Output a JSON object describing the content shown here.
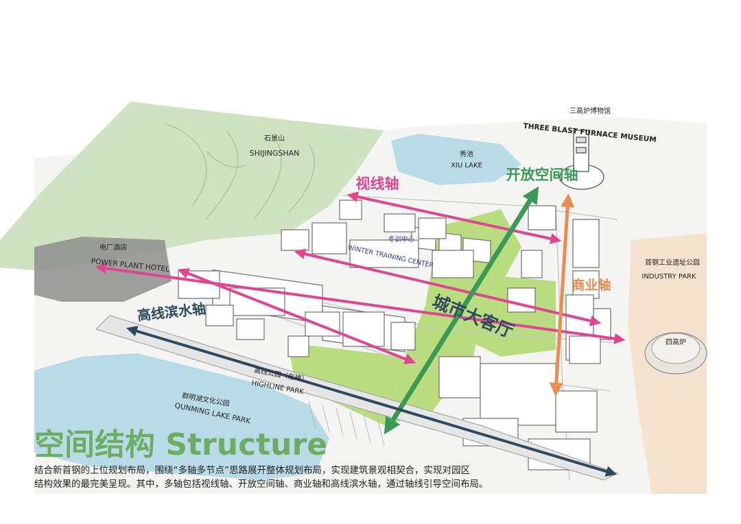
{
  "title": {
    "cn": "空间结构 Structure"
  },
  "caption": {
    "line1": "结合新首钢的上位规划布局，围绕“多轴多节点”思路展开整体规划布局，实现建筑景观相契合，实现对园区",
    "line2": "结构效果的最完美呈现。其中，多轴包括视线轴、开放空间轴、商业轴和高线滨水轴，通过轴线引导空间布局。"
  },
  "places": {
    "shijingshan_cn": "石景山",
    "shijingshan_en": "SHIJINGSHAN",
    "xiu_lake_cn": "秀池",
    "xiu_lake_en": "XIU LAKE",
    "museum_cn": "三高炉博物馆",
    "museum_en": "THREE BLAST FURNACE MUSEUM",
    "power_cn": "电厂酒店",
    "power_en": "POWER PLANT HOTEL",
    "winter_cn": "冬训中心",
    "winter_en": "WINTER TRAINING CENTER",
    "industry_cn": "首钢工业遗址公园",
    "industry_en": "INDUSTRY PARK",
    "furnace4": "四高炉",
    "highline_cn": "高线公园（在建）",
    "highline_en": "HIGHLINE PARK",
    "qunming_cn": "群明湖文化公园",
    "qunming_en": "QUNMING LAKE PARK"
  },
  "axes": {
    "sightline": "视线轴",
    "open_space": "开放空间轴",
    "commercial": "商业轴",
    "waterfront": "高线滨水轴",
    "city_hall": "城市大客厅"
  },
  "colors": {
    "sightline": "#e0468f",
    "open_space": "#3a9a55",
    "commercial": "#ea8c4f",
    "waterfront": "#2f4a5e",
    "green_area": "#b9dc7e",
    "hill": "#cfe3c3",
    "lake": "#b9dbe7",
    "industry_park": "#f5e3cf",
    "title": "#6cae61"
  }
}
